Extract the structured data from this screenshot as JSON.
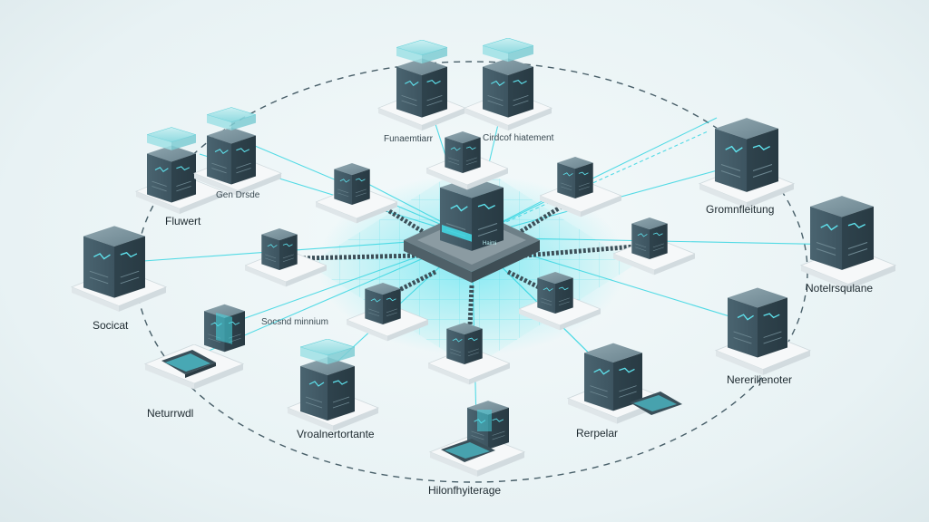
{
  "labels": {
    "top_left": "Funaemtiarr",
    "top_right": "Cirdcof hiatement",
    "upper_left_small": "Gen Drsde",
    "fluwert": "Fluwert",
    "gromnfleitung": "Gromnfleitung",
    "notelrsqulane": "Notelrsqulane",
    "socicat": "Socicat",
    "mid_small": "Socsnd minnium",
    "neturrwdl": "Neturrwdl",
    "nereriljenoter": "Nereriljenoter",
    "vroalnertortante": "Vroalnertortante",
    "rerpelar": "Rerpelar",
    "hub_caption": "Haimi",
    "bottom": "Hilonfhyiterage"
  },
  "colors": {
    "accent": "#32d4e0",
    "server_dark": "#3f5560",
    "server_mid": "#56707c",
    "platform": "#f3f6f7"
  }
}
